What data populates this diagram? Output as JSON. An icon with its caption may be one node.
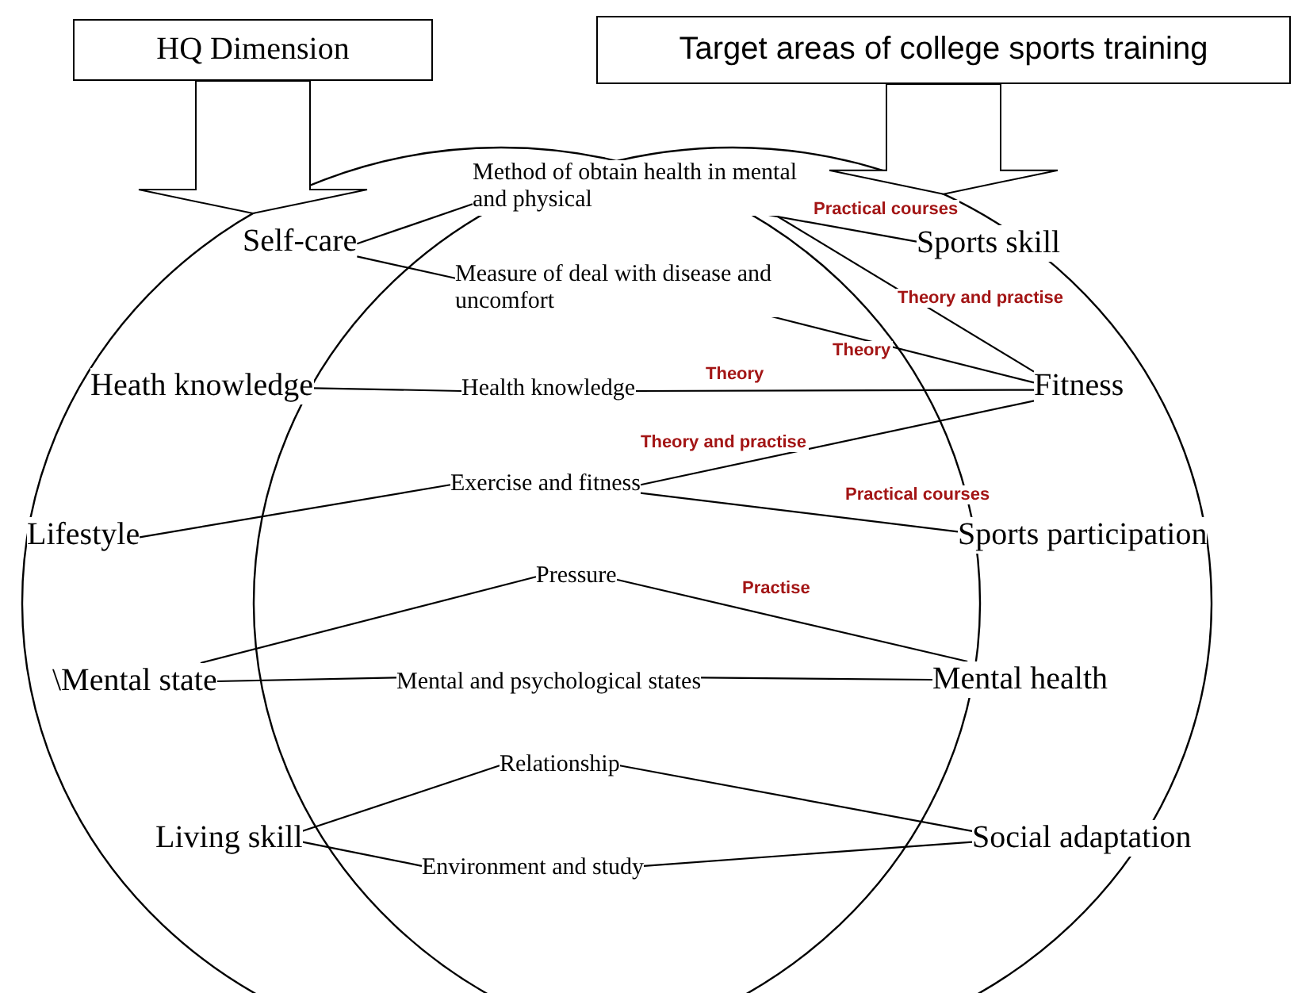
{
  "diagram": {
    "nodes": [
      {
        "text": [
          "HQ Dimension"
        ]
      },
      {
        "text": [
          "Target areas of college sports training"
        ]
      },
      {
        "text": [
          "Self-care"
        ]
      },
      {
        "text": [
          "Method of obtain health in mental and physical"
        ]
      },
      {
        "text": [
          "Sports skill"
        ]
      },
      {
        "text": [
          "Measure of deal with disease and uncomfort"
        ]
      },
      {
        "text": [
          "Heath knowledge"
        ]
      },
      {
        "text": [
          "Health knowledge"
        ]
      },
      {
        "text": [
          "Fitness"
        ]
      },
      {
        "text": [
          "Exercise and fitness"
        ]
      },
      {
        "text": [
          "Lifestyle"
        ]
      },
      {
        "text": [
          "Sports participation"
        ]
      },
      {
        "text": [
          "Pressure"
        ]
      },
      {
        "text": [
          "\\Mental state"
        ]
      },
      {
        "text": [
          "Mental and psychological states"
        ]
      },
      {
        "text": [
          "Mental health"
        ]
      },
      {
        "text": [
          "Relationship"
        ]
      },
      {
        "text": [
          "Living skill"
        ]
      },
      {
        "text": [
          "Social adaptation"
        ]
      },
      {
        "text": [
          "Environment and study"
        ]
      }
    ],
    "edges": [
      {
        "from": 0,
        "to": null,
        "arrow": "to",
        "style": "thick"
      },
      {
        "from": 1,
        "to": null,
        "arrow": "to",
        "style": "thick"
      },
      {
        "from": 2,
        "to": 3,
        "arrow": "none"
      },
      {
        "from": 2,
        "to": 5,
        "arrow": "none"
      },
      {
        "from": 6,
        "to": 7,
        "arrow": "none"
      },
      {
        "from": 10,
        "to": 9,
        "arrow": "none"
      },
      {
        "from": 13,
        "to": 12,
        "arrow": "none"
      },
      {
        "from": 13,
        "to": 14,
        "arrow": "none"
      },
      {
        "from": 17,
        "to": 16,
        "arrow": "none"
      },
      {
        "from": 17,
        "to": 19,
        "arrow": "none"
      },
      {
        "from": 3,
        "to": 4,
        "arrow": "none",
        "label": "Practical courses"
      },
      {
        "from": 3,
        "to": 8,
        "arrow": "none",
        "label": "Theory and practise"
      },
      {
        "from": 5,
        "to": 8,
        "arrow": "none",
        "label": "Theory"
      },
      {
        "from": 7,
        "to": 8,
        "arrow": "none",
        "label": "Theory"
      },
      {
        "from": 9,
        "to": 8,
        "arrow": "none",
        "label": "Theory and practise"
      },
      {
        "from": 9,
        "to": 11,
        "arrow": "none",
        "label": "Practical courses"
      },
      {
        "from": 12,
        "to": 15,
        "arrow": "none",
        "label": "Practise"
      },
      {
        "from": 14,
        "to": 15,
        "arrow": "none"
      },
      {
        "from": 16,
        "to": 18,
        "arrow": "none"
      },
      {
        "from": 19,
        "to": 18,
        "arrow": "none"
      }
    ]
  }
}
